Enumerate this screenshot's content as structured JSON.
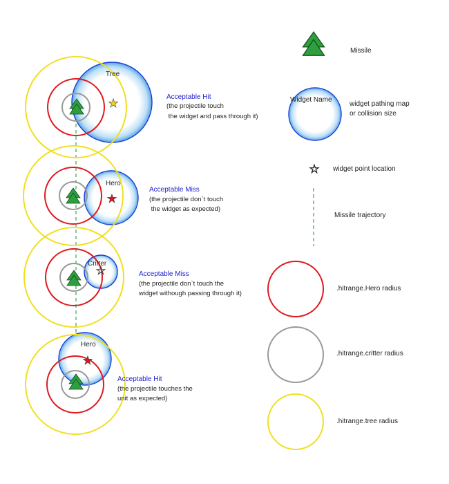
{
  "colors": {
    "hero_radius": "#e0191f",
    "critter_radius": "#999999",
    "tree_radius": "#f0e01e",
    "widget_border": "#1a3fd6",
    "missile": "#2e9e3e",
    "trajectory": "#3aa64a",
    "title": "#2222cc",
    "star_red": "#d6191f",
    "star_yellow": "#f2d21a"
  },
  "legend": {
    "missile_label": "Missile",
    "widget_name": "Widget Name",
    "widget_desc_line1": "widget pathing map",
    "widget_desc_line2": "or collision size",
    "point_label": "widget point location",
    "trajectory_label": "Missile trajectory",
    "hero_radius_label": ".hitrange.Hero radius",
    "critter_radius_label": ".hitrange.critter radius",
    "tree_radius_label": ".hitrange.tree radius"
  },
  "scenarios": [
    {
      "widget_label": "Tree",
      "title": "Acceptable Hit",
      "desc": [
        "(the projectile touch",
        " the widget and pass through it)"
      ]
    },
    {
      "widget_label": "Hero",
      "title": "Acceptable Miss",
      "desc": [
        "(the projectile don`t touch",
        " the widget as expected)"
      ]
    },
    {
      "widget_label": "Critter",
      "title": "Acceptable Miss",
      "desc": [
        "(the projectile don`t touch the",
        "widget withough passing through it)"
      ]
    },
    {
      "widget_label": "Hero",
      "title": "Acceptable Hit",
      "desc": [
        "(the projectile touches the",
        "unit as expected)"
      ]
    }
  ]
}
